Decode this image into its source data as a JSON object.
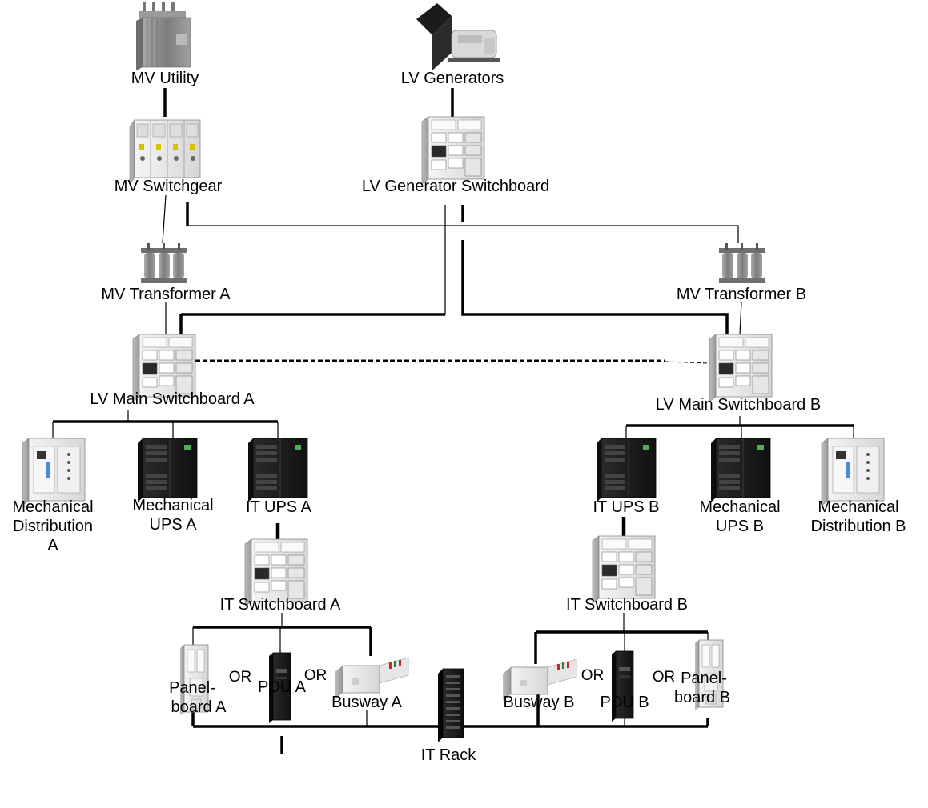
{
  "labels": {
    "mv_utility": "MV Utility",
    "lv_generators": "LV Generators",
    "mv_switchgear": "MV Switchgear",
    "lv_generator_switchboard": "LV Generator Switchboard",
    "mv_transformer_a": "MV Transformer A",
    "mv_transformer_b": "MV Transformer B",
    "lv_main_switchboard_a": "LV Main Switchboard A",
    "lv_main_switchboard_b": "LV Main Switchboard B",
    "mechanical_distribution_a": [
      "Mechanical",
      "Distribution",
      "A"
    ],
    "mechanical_ups_a": [
      "Mechanical",
      "UPS A"
    ],
    "it_ups_a": "IT UPS A",
    "it_ups_b": "IT UPS B",
    "mechanical_ups_b": [
      "Mechanical",
      "UPS B"
    ],
    "mechanical_distribution_b": [
      "Mechanical",
      "Distribution B"
    ],
    "it_switchboard_a": "IT Switchboard A",
    "it_switchboard_b": "IT Switchboard B",
    "panelboard_a": [
      "Panel-",
      "board A"
    ],
    "pdu_a": "PDU A",
    "busway_a": "Busway A",
    "busway_b": "Busway B",
    "pdu_b": "PDU B",
    "panelboard_b": [
      "Panel-",
      "board B"
    ],
    "it_rack": "IT Rack",
    "or": "OR"
  },
  "icons": {
    "mv_utility": "transformer-icon",
    "lv_generators": "generator-icon",
    "mv_switchgear": "switchgear-icon",
    "lv_generator_switchboard": "switchboard-icon",
    "mv_transformer_a": "transformer-icon",
    "mv_transformer_b": "transformer-icon",
    "lv_main_switchboard_a": "switchboard-icon",
    "lv_main_switchboard_b": "switchboard-icon",
    "mechanical_distribution_a": "distribution-panel-icon",
    "mechanical_ups_a": "ups-icon",
    "it_ups_a": "ups-icon",
    "it_ups_b": "ups-icon",
    "mechanical_ups_b": "ups-icon",
    "mechanical_distribution_b": "distribution-panel-icon",
    "it_switchboard_a": "switchboard-icon",
    "it_switchboard_b": "switchboard-icon",
    "panelboard_a": "panelboard-icon",
    "pdu_a": "pdu-icon",
    "busway_a": "busway-icon",
    "busway_b": "busway-icon",
    "pdu_b": "pdu-icon",
    "panelboard_b": "panelboard-icon",
    "it_rack": "server-rack-icon"
  },
  "colors": {
    "line": "#000000",
    "cabinet_light": "#e8e8e8",
    "cabinet_dark": "#1e1e1e",
    "transformer": "#8e8e8e"
  }
}
